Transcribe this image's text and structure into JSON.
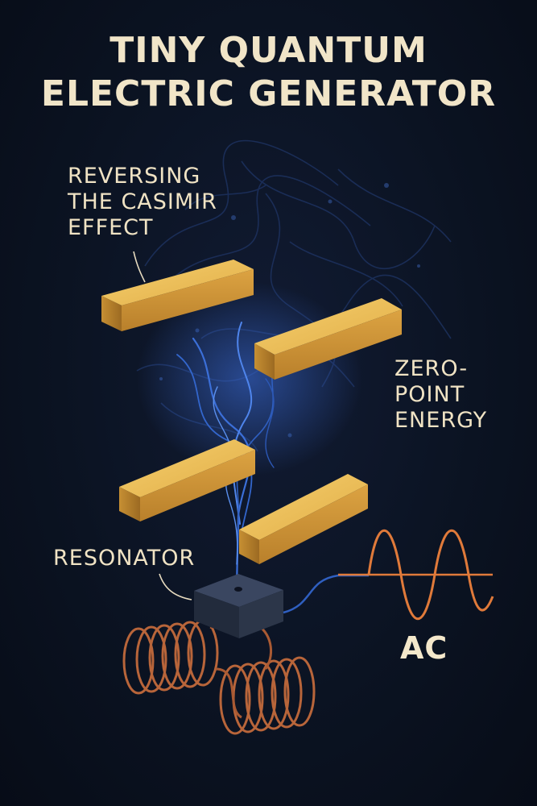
{
  "title": {
    "line1": "TINY QUANTUM",
    "line2": "ELECTRIC GENERATOR"
  },
  "labels": {
    "casimir": [
      "REVERSING",
      "THE CASIMIR",
      "EFFECT"
    ],
    "zero_point": [
      "ZERO-",
      "POINT",
      "ENERGY"
    ],
    "resonator": "RESONATOR",
    "ac": "AC"
  },
  "colors": {
    "background": "#0b1322",
    "title_text": "#f1e5c8",
    "plate_gold": "#e7b54e",
    "energy_blue": "#3a6fd6",
    "resonator_box": "#2a3447",
    "coil_copper": "#b8653a",
    "ac_wave": "#e07a3a"
  }
}
